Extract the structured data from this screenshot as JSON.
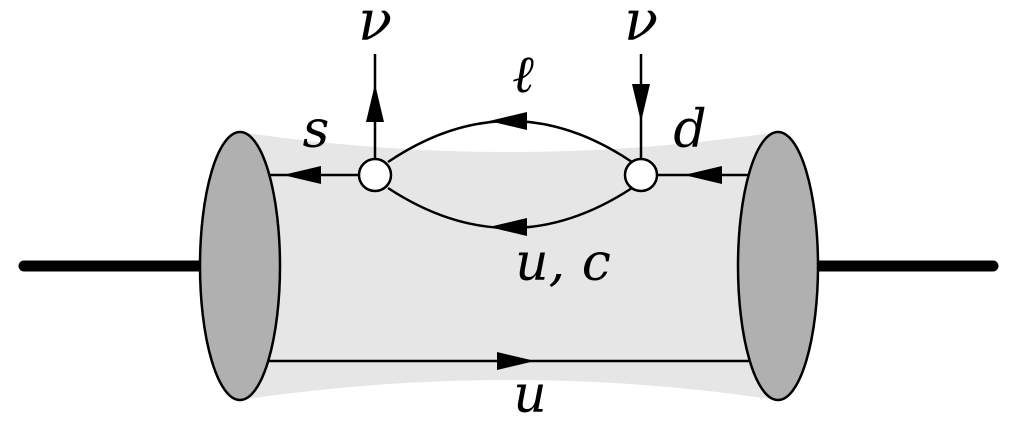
{
  "diagram": {
    "labels": {
      "nu_left": "ν",
      "nu_right": "ν",
      "lepton": "ℓ",
      "s_quark": "s",
      "d_quark": "d",
      "loop_quark": "u, c",
      "spectator": "u"
    },
    "colors": {
      "background": "#ffffff",
      "tube_fill": "#e6e6e6",
      "blob_fill": "#b0b0b0",
      "line": "#000000",
      "vertex_fill": "#ffffff"
    }
  }
}
